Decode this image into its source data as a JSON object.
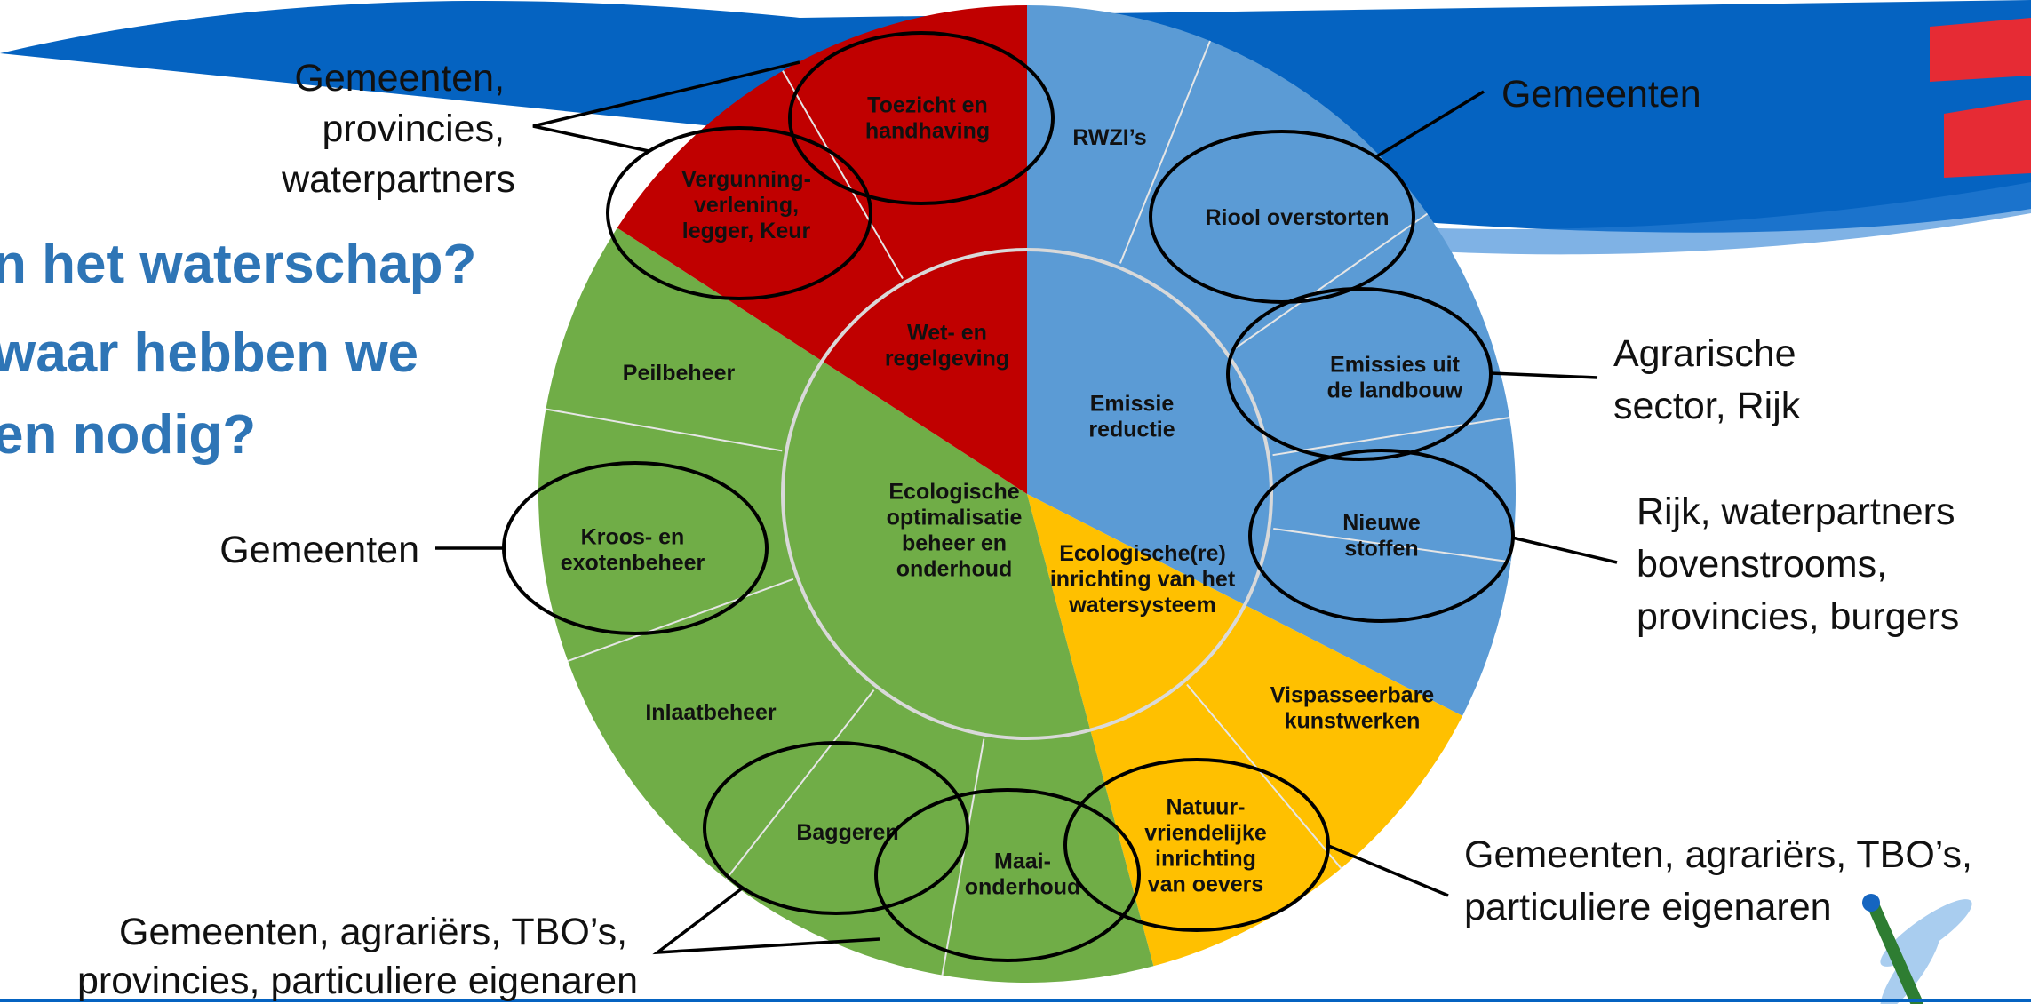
{
  "colors": {
    "blue": "#5b9bd5",
    "red": "#c00000",
    "green": "#70ad47",
    "yellow": "#ffc000",
    "banner": "#0563c1",
    "heading": "#2e75b6",
    "brand_red": "#e62b34"
  },
  "headings": [
    "n het waterschap?",
    "waar hebben we",
    "en nodig?"
  ],
  "inner": {
    "wet": [
      "Wet- en",
      "regelgeving"
    ],
    "emissie": [
      "Emissie",
      "reductie"
    ],
    "eco_beheer": [
      "Ecologische",
      "optimalisatie",
      "beheer en",
      "onderhoud"
    ],
    "eco_inrichting": [
      "Ecologische(re)",
      "inrichting van het",
      "watersysteem"
    ]
  },
  "outer": {
    "toezicht": [
      "Toezicht en",
      "handhaving"
    ],
    "vergunning": [
      "Vergunning-",
      "verlening,",
      "legger, Keur"
    ],
    "rwzi": [
      "RWZI’s"
    ],
    "riool": [
      "Riool overstorten"
    ],
    "emissies_landbouw": [
      "Emissies uit",
      "de landbouw"
    ],
    "nieuwe_stoffen": [
      "Nieuwe",
      "stoffen"
    ],
    "vispasseerbare": [
      "Vispasseerbare",
      "kunstwerken"
    ],
    "natuurvriendelijk": [
      "Natuur-",
      "vriendelijke",
      "inrichting",
      "van  oevers"
    ],
    "peilbeheer": [
      "Peilbeheer"
    ],
    "kroos": [
      "Kroos- en",
      "exotenbeheer"
    ],
    "inlaatbeheer": [
      "Inlaatbeheer"
    ],
    "baggeren": [
      "Baggeren"
    ],
    "maai": [
      "Maai-",
      "onderhoud"
    ]
  },
  "annotations": {
    "topleft": [
      "Gemeenten,",
      "provincies,",
      "waterpartners"
    ],
    "topright": [
      "Gemeenten"
    ],
    "agrarisch": [
      "Agrarische",
      "sector, Rijk"
    ],
    "rijk": [
      "Rijk, waterpartners",
      "bovenstrooms,",
      "provincies, burgers"
    ],
    "kroos": [
      "Gemeenten"
    ],
    "natuur": [
      "Gemeenten, agrariërs, TBO’s,",
      "particuliere eigenaren"
    ],
    "bottom": [
      "Gemeenten, agrariërs, TBO’s,",
      "provincies, particuliere eigenaren"
    ]
  }
}
